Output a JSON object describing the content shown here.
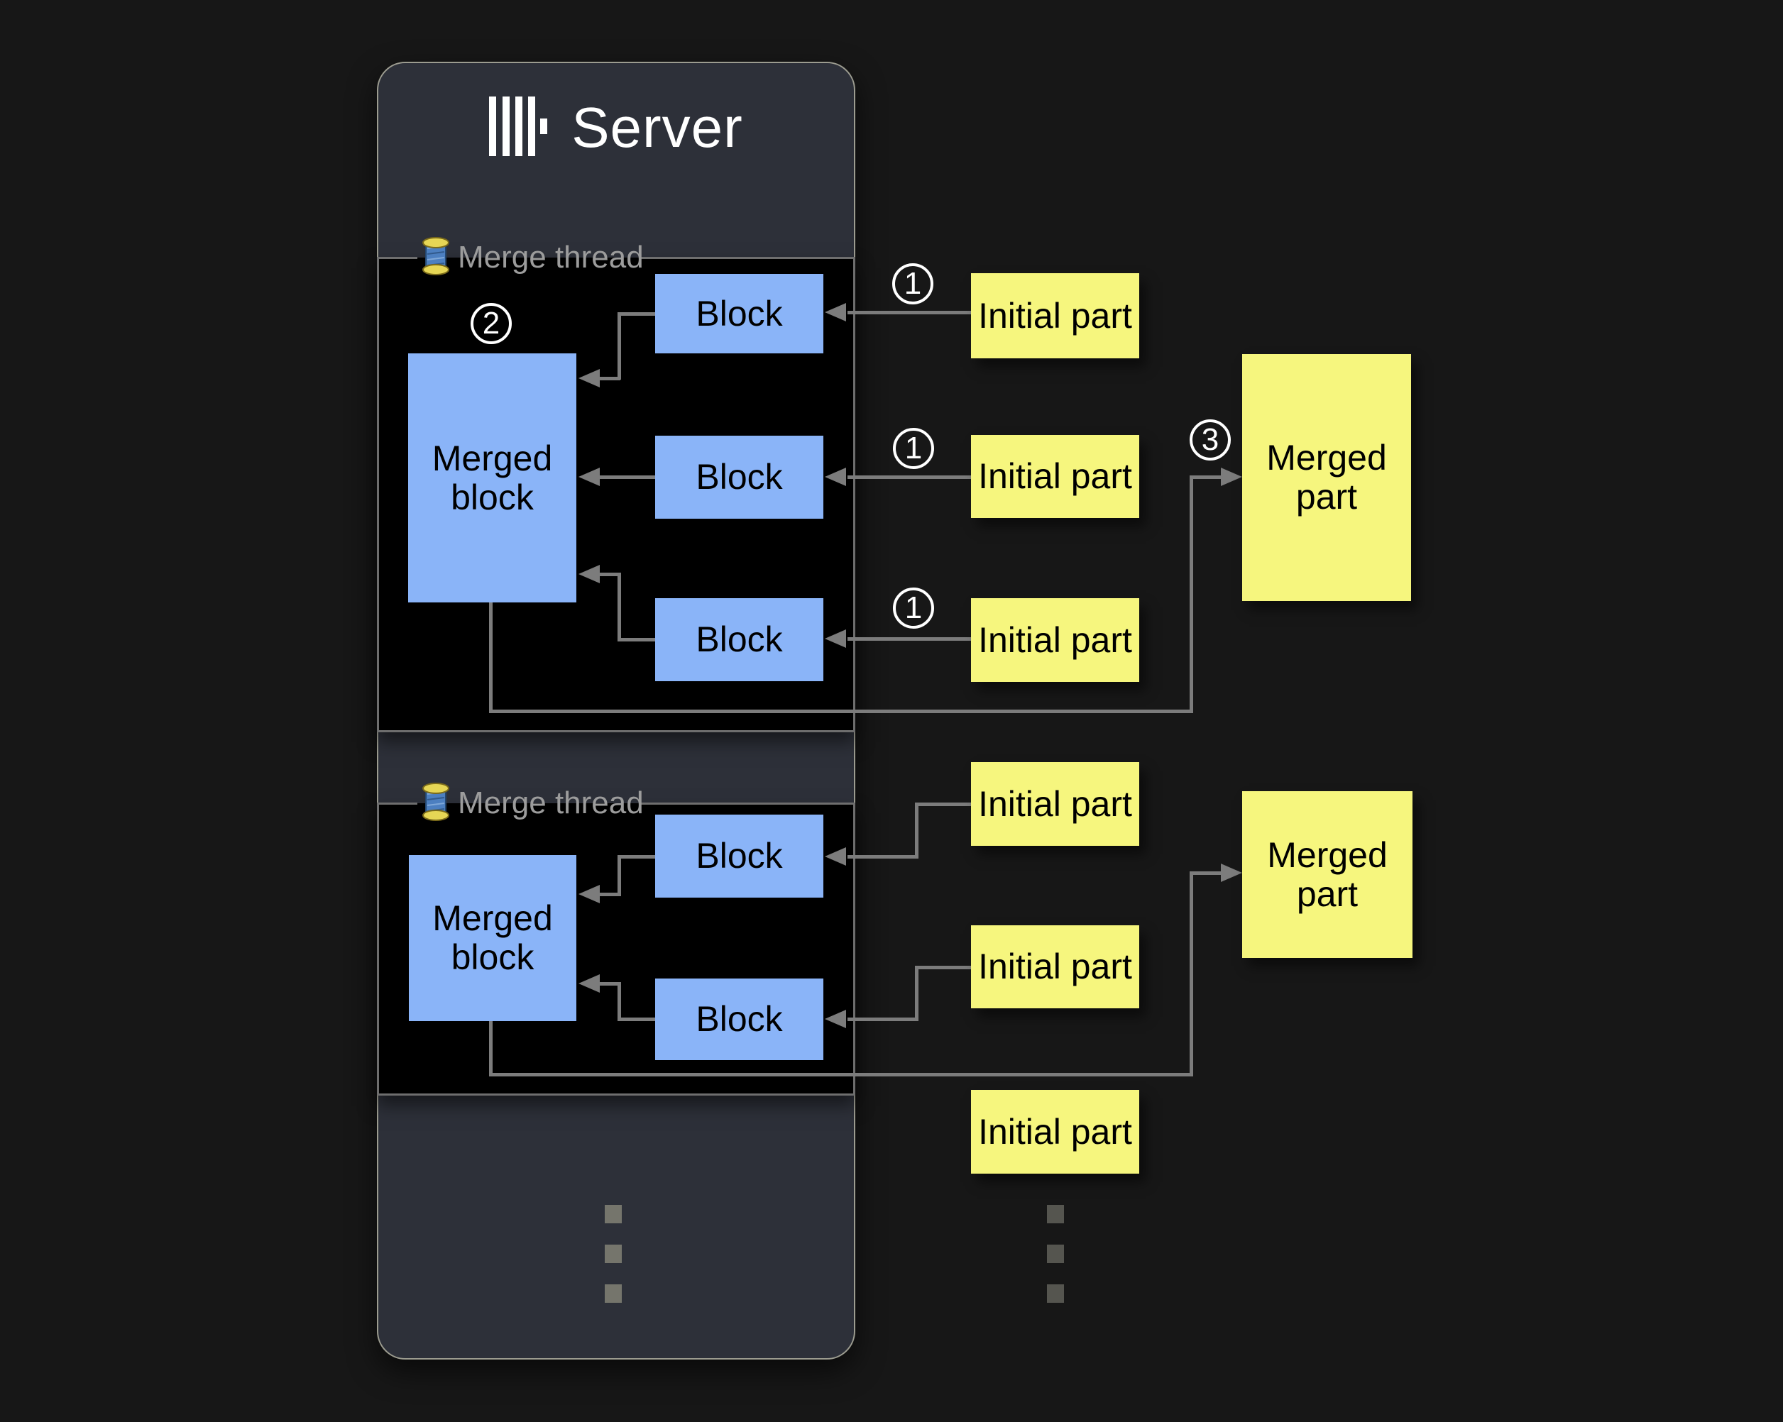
{
  "colors": {
    "background": "#171717",
    "panel": "#2d3039",
    "panel_border": "#9c9c90",
    "thread_box": "#000000",
    "thread_box_border": "#6e6e6e",
    "block_fill": "#8ab4f8",
    "part_fill": "#f6f67e",
    "connector": "#7c7c7c",
    "legend_text": "#9c9c9c",
    "badge": "#ffffff",
    "box_text": "#000000",
    "title_text": "#ffffff",
    "dots_left": "#75756c",
    "dots_right": "#55554f"
  },
  "server": {
    "title": "Server"
  },
  "threads": [
    {
      "label": "Merge thread",
      "badge": "2",
      "merged_block_label": "Merged block",
      "blocks": [
        "Block",
        "Block",
        "Block"
      ]
    },
    {
      "label": "Merge thread",
      "merged_block_label": "Merged block",
      "blocks": [
        "Block",
        "Block"
      ]
    }
  ],
  "initial_parts": [
    {
      "label": "Initial part",
      "badge": "1"
    },
    {
      "label": "Initial part",
      "badge": "1"
    },
    {
      "label": "Initial part",
      "badge": "1"
    },
    {
      "label": "Initial part"
    },
    {
      "label": "Initial part"
    },
    {
      "label": "Initial part"
    }
  ],
  "merged_parts": [
    {
      "label": "Merged part",
      "badge": "3"
    },
    {
      "label": "Merged part"
    }
  ],
  "ellipsis": {
    "server_column_dots": 3,
    "parts_column_dots": 3
  }
}
